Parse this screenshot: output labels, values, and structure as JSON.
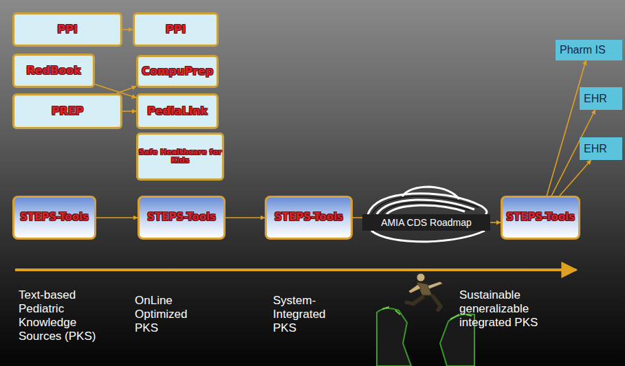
{
  "diagram": {
    "nodes": [
      {
        "text": [
          "PPI"
        ]
      },
      {
        "text": [
          "PPI"
        ]
      },
      {
        "text": [
          "RedBook"
        ]
      },
      {
        "text": [
          "CompuPrep"
        ]
      },
      {
        "text": [
          "PREP"
        ]
      },
      {
        "text": [
          "PediaLink"
        ]
      },
      {
        "text": [
          "Safe Healthcare for Kids"
        ]
      },
      {
        "text": [
          "STEPS-Tools"
        ]
      },
      {
        "text": [
          "STEPS-Tools"
        ]
      },
      {
        "text": [
          "STEPS-Tools"
        ]
      },
      {
        "text": [
          "AMIA CDS Roadmap"
        ]
      },
      {
        "text": [
          "STEPS-Tools"
        ]
      },
      {
        "text": [
          "Pharm IS"
        ]
      },
      {
        "text": [
          "EHR"
        ]
      },
      {
        "text": [
          "EHR"
        ]
      }
    ],
    "edges": [
      {
        "from": 0,
        "to": 1,
        "arrow": "to"
      },
      {
        "from": 2,
        "to": 5,
        "arrow": "to"
      },
      {
        "from": 4,
        "to": 3,
        "arrow": "to"
      },
      {
        "from": 4,
        "to": 5,
        "arrow": "to"
      },
      {
        "from": 7,
        "to": 8,
        "arrow": "to"
      },
      {
        "from": 8,
        "to": 9,
        "arrow": "to"
      },
      {
        "from": 9,
        "to": 10,
        "arrow": "none"
      },
      {
        "from": 10,
        "to": 11,
        "arrow": "to"
      },
      {
        "from": 11,
        "to": 12,
        "arrow": "to"
      },
      {
        "from": 11,
        "to": 13,
        "arrow": "to"
      },
      {
        "from": 11,
        "to": 14,
        "arrow": "to"
      }
    ],
    "labels": [
      "Text-based Pediatric Knowledge Sources (PKS)",
      "OnLine Optimized PKS",
      "System-Integrated PKS",
      "Sustainable generalizable integrated PKS"
    ]
  }
}
